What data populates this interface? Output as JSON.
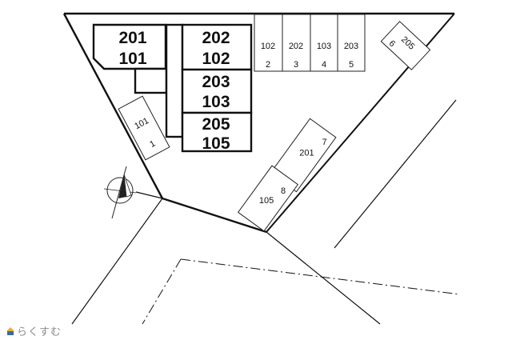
{
  "buildings": {
    "block_a": {
      "top": "201",
      "bottom": "101"
    },
    "block_b": {
      "top": "202",
      "bottom": "102"
    },
    "block_c": {
      "top": "203",
      "bottom": "103"
    },
    "block_d": {
      "top": "205",
      "bottom": "105"
    }
  },
  "parking_top": [
    {
      "room": "102",
      "space": "2"
    },
    {
      "room": "202",
      "space": "3"
    },
    {
      "room": "103",
      "space": "4"
    },
    {
      "room": "203",
      "space": "5"
    }
  ],
  "parking_left": {
    "room": "101",
    "space": "1"
  },
  "parking_right": [
    {
      "room": "205",
      "space": "6"
    },
    {
      "room": "201",
      "space": "7"
    },
    {
      "room": "105",
      "space": "8"
    }
  ],
  "logo_text": "らくすむ",
  "colors": {
    "line": "#111111",
    "logo": "#8a8a8a",
    "logo_mark_top": "#e0b23a",
    "logo_mark_bottom": "#3d6a9c"
  },
  "icons": [
    "north-arrow-icon",
    "logo-house-icon"
  ]
}
